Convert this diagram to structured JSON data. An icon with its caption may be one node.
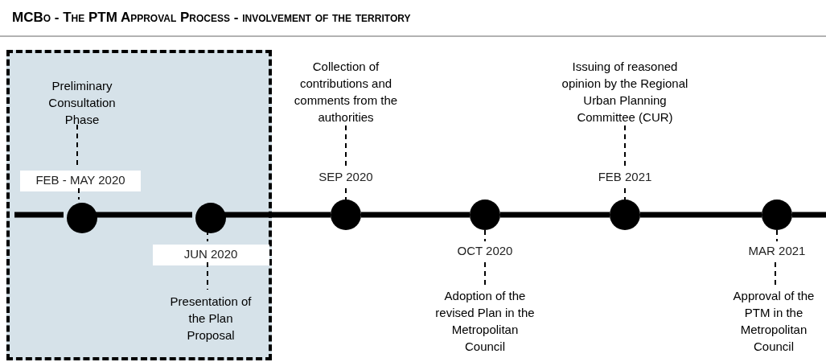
{
  "diagram": {
    "title": "MCBo - The PTM Approval Process - involvement of the territory",
    "nodes": [
      {
        "text": [],
        "shape": "box"
      },
      {
        "text": [
          "Preliminary Consultation Phase"
        ],
        "in": 0
      },
      {
        "text": [
          "FEB - MAY 2020"
        ],
        "in": 0
      },
      {
        "text": [],
        "shape": "circle",
        "in": 0
      },
      {
        "text": [],
        "shape": "circle",
        "in": 0
      },
      {
        "text": [
          "JUN 2020"
        ],
        "in": 0
      },
      {
        "text": [
          "Presentation of the Plan Proposal"
        ],
        "in": 0
      },
      {
        "text": [
          "Collection of contributions and comments from the authorities"
        ]
      },
      {
        "text": [
          "SEP 2020"
        ]
      },
      {
        "text": [],
        "shape": "circle"
      },
      {
        "text": [],
        "shape": "circle"
      },
      {
        "text": [
          "OCT 2020"
        ]
      },
      {
        "text": [
          "Adoption of the revised Plan in the Metropolitan Council"
        ]
      },
      {
        "text": [
          "Issuing of reasoned opinion by the Regional Urban Planning Committee (CUR)"
        ]
      },
      {
        "text": [
          "FEB 2021"
        ]
      },
      {
        "text": [],
        "shape": "circle"
      },
      {
        "text": [],
        "shape": "circle"
      },
      {
        "text": [
          "MAR 2021"
        ]
      },
      {
        "text": [
          "Approval of the PTM in the Metropolitan Council"
        ]
      }
    ],
    "edges": [
      {
        "from": 3,
        "to": 4,
        "arrow": "none",
        "style": "thick"
      },
      {
        "from": 4,
        "to": 9,
        "arrow": "none",
        "style": "thick"
      },
      {
        "from": 9,
        "to": 10,
        "arrow": "none",
        "style": "thick"
      },
      {
        "from": 10,
        "to": 15,
        "arrow": "none",
        "style": "thick"
      },
      {
        "from": 15,
        "to": 16,
        "arrow": "none",
        "style": "thick"
      },
      {
        "from": 1,
        "to": 2,
        "arrow": "none",
        "style": "dashed"
      },
      {
        "from": 2,
        "to": 3,
        "arrow": "none",
        "style": "dashed"
      },
      {
        "from": 4,
        "to": 5,
        "arrow": "none",
        "style": "dashed"
      },
      {
        "from": 5,
        "to": 6,
        "arrow": "none",
        "style": "dashed"
      },
      {
        "from": 7,
        "to": 8,
        "arrow": "none",
        "style": "dashed"
      },
      {
        "from": 8,
        "to": 9,
        "arrow": "none",
        "style": "dashed"
      },
      {
        "from": 10,
        "to": 11,
        "arrow": "none",
        "style": "dashed"
      },
      {
        "from": 11,
        "to": 12,
        "arrow": "none",
        "style": "dashed"
      },
      {
        "from": 13,
        "to": 14,
        "arrow": "none",
        "style": "dashed"
      },
      {
        "from": 14,
        "to": 15,
        "arrow": "none",
        "style": "dashed"
      },
      {
        "from": 16,
        "to": 17,
        "arrow": "none",
        "style": "dashed"
      },
      {
        "from": 17,
        "to": 18,
        "arrow": "none",
        "style": "dashed"
      }
    ]
  }
}
